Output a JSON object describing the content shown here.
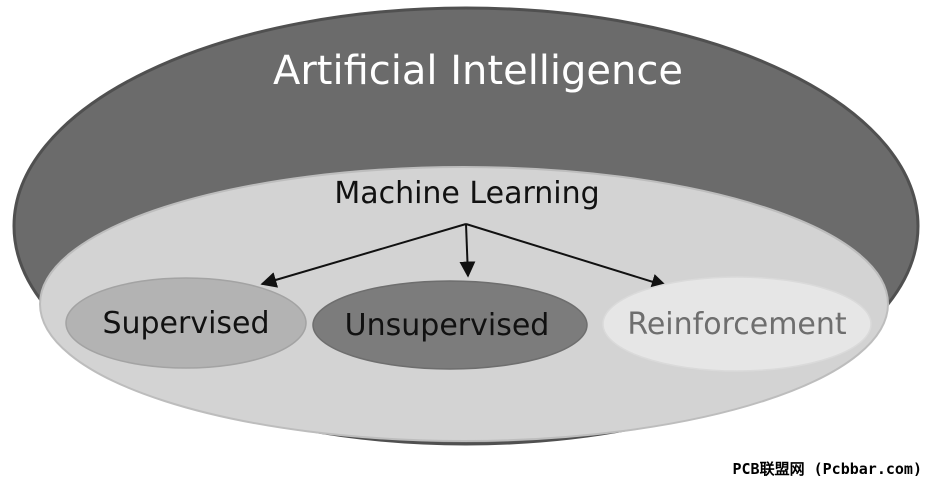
{
  "diagram": {
    "outer_label": "Artificial Intelligence",
    "inner_label": "Machine Learning",
    "branches": [
      {
        "label": "Supervised"
      },
      {
        "label": "Unsupervised"
      },
      {
        "label": "Reinforcement"
      }
    ]
  },
  "watermark": "PCB联盟网 (Pcbbar.com)",
  "colors": {
    "outer_ellipse": "#6b6b6b",
    "outer_ellipse_edge": "#505050",
    "inner_ellipse": "#d3d3d3",
    "supervised_fill": "#b3b3b3",
    "unsupervised_fill": "#7c7c7c",
    "reinforcement_fill": "#e6e6e6",
    "outer_text": "#ffffff",
    "dark_text": "#111111",
    "light_text": "#6e6e6e",
    "arrow": "#111111"
  }
}
